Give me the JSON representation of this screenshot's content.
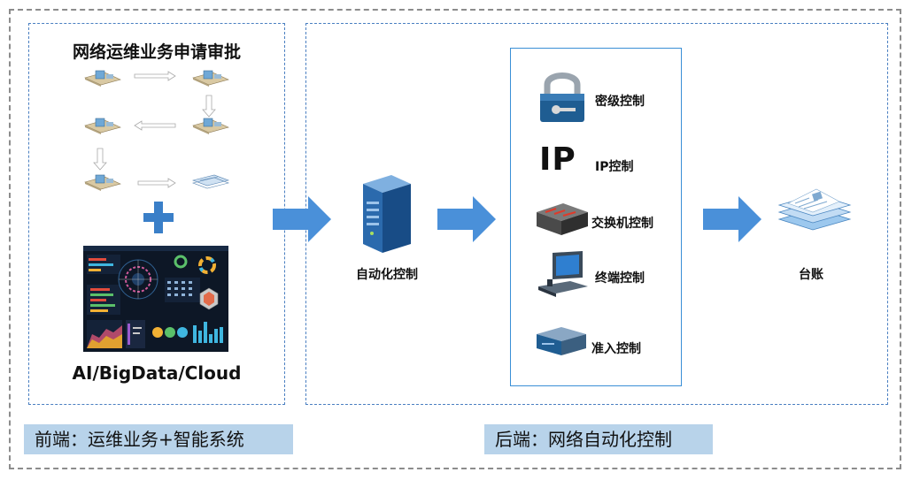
{
  "front": {
    "title": "网络运维业务申请审批",
    "tech_label": "AI/BigData/Cloud",
    "caption": "前端：运维业务+智能系统"
  },
  "back": {
    "caption": "后端：网络自动化控制",
    "automation_label": "自动化控制",
    "controls": [
      {
        "label": "密级控制",
        "icon": "padlock-icon"
      },
      {
        "label": "IP控制",
        "icon": "ip-text-icon",
        "big_text": "IP"
      },
      {
        "label": "交换机控制",
        "icon": "switch-icon"
      },
      {
        "label": "终端控制",
        "icon": "terminal-icon"
      },
      {
        "label": "准入控制",
        "icon": "access-device-icon"
      }
    ],
    "ledger_label": "台账"
  },
  "colors": {
    "arrow": "#4a90d9",
    "caption_bg": "#b8d3ea",
    "panel_border": "#4a7fc1",
    "plus": "#3a7fc8"
  }
}
